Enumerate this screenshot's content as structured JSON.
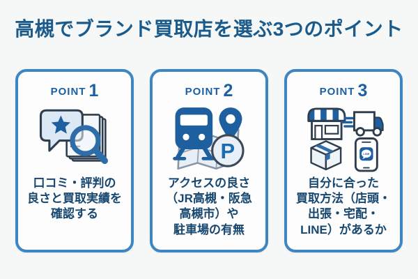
{
  "page": {
    "title": "高槻でブランド買取店を選ぶ3つのポイント"
  },
  "colors": {
    "bg": "#f6f7f7",
    "card-bg": "#fdfdfe",
    "card-border": "#3e86c2",
    "title-color": "#1a5b8c",
    "point-color": "#1b5fa5",
    "text-color": "#17476f",
    "icon-blue": "#1e5fa0",
    "icon-midblue": "#2e6da8",
    "icon-light": "#e7eef5",
    "icon-outline": "#2f3e4e"
  },
  "cards": [
    {
      "point_label": "POINT",
      "point_number": "1",
      "icon": "review-search-icon",
      "text": "口コミ・評判の\n良さと買取実績を\n確認する"
    },
    {
      "point_label": "POINT",
      "point_number": "2",
      "icon": "access-map-icon",
      "parking_letter": "P",
      "text": "アクセスの良さ\n（JR高槻・阪急\n高槻市）や\n駐車場の有無"
    },
    {
      "point_label": "POINT",
      "point_number": "3",
      "icon": "purchase-methods-icon",
      "line_label": "LINE",
      "text": "自分に合った\n買取方法（店頭・\n出張・宅配・\nLINE）があるか"
    }
  ]
}
